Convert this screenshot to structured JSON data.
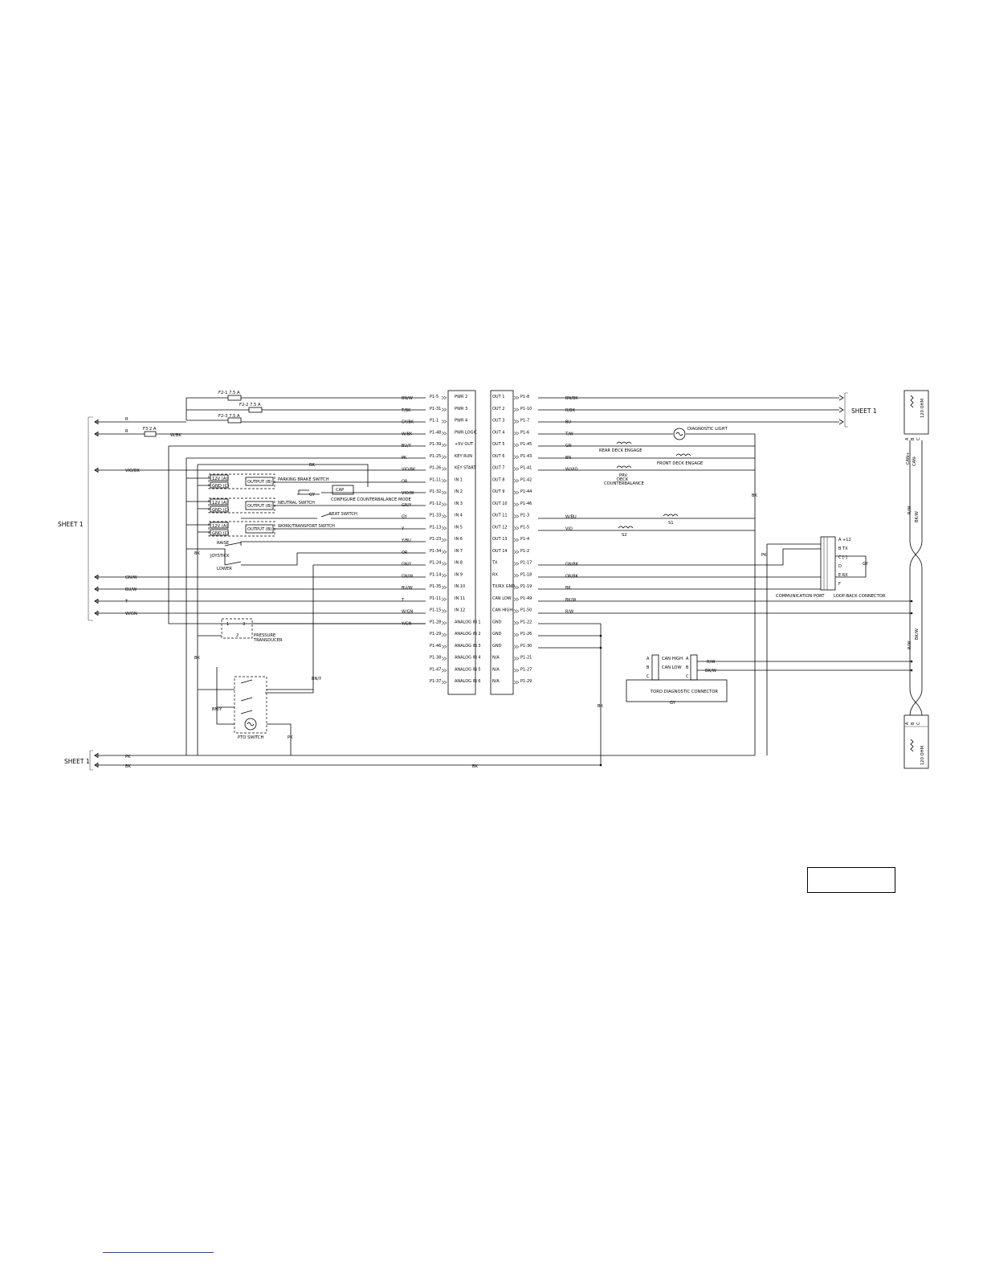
{
  "connector_left": {
    "rows": [
      {
        "pin": "P1-5",
        "func": "PWR 2",
        "wire": "BN/W"
      },
      {
        "pin": "P1-31",
        "func": "PWR 3",
        "wire": "T/BK"
      },
      {
        "pin": "P1-1",
        "func": "PWR 4",
        "wire": "GY/BK"
      },
      {
        "pin": "P1-48",
        "func": "PWR LOGIC",
        "wire": "W/BK"
      },
      {
        "pin": "P1-39",
        "func": "+5V OUT",
        "wire": "BU/Y"
      },
      {
        "pin": "P1-25",
        "func": "KEY RUN",
        "wire": "PK"
      },
      {
        "pin": "P1-26",
        "func": "KEY START",
        "wire": "VIO/BK"
      },
      {
        "pin": "P1-11",
        "func": "IN 1",
        "wire": "OR"
      },
      {
        "pin": "P1-32",
        "func": "IN 2",
        "wire": "VIO/W"
      },
      {
        "pin": "P1-12",
        "func": "IN 3",
        "wire": "GN/Y"
      },
      {
        "pin": "P1-33",
        "func": "IN 4",
        "wire": "GY"
      },
      {
        "pin": "P1-13",
        "func": "IN 5",
        "wire": "Y"
      },
      {
        "pin": "P1-23",
        "func": "IN 6",
        "wire": "Y/BU"
      },
      {
        "pin": "P1-34",
        "func": "IN 7",
        "wire": "OR"
      },
      {
        "pin": "P1-24",
        "func": "IN 8",
        "wire": "GN/Y"
      },
      {
        "pin": "P1-14",
        "func": "IN 9",
        "wire": "GN/W"
      },
      {
        "pin": "P1-35",
        "func": "IN 10",
        "wire": "BU/W"
      },
      {
        "pin": "P1-11",
        "func": "IN 11",
        "wire": "T"
      },
      {
        "pin": "P1-15",
        "func": "IN 12",
        "wire": "W/GN"
      },
      {
        "pin": "P1-28",
        "func": "ANALOG IN 1",
        "wire": "Y/GN"
      },
      {
        "pin": "P1-29",
        "func": "ANALOG IN 2",
        "wire": ""
      },
      {
        "pin": "P1-46",
        "func": "ANALOG IN 3",
        "wire": ""
      },
      {
        "pin": "P1-38",
        "func": "ANALOG IN 4",
        "wire": ""
      },
      {
        "pin": "P1-47",
        "func": "ANALOG IN 5",
        "wire": ""
      },
      {
        "pin": "P1-37",
        "func": "ANALOG IN 6",
        "wire": ""
      }
    ]
  },
  "connector_right": {
    "rows": [
      {
        "func": "OUT 1",
        "pin": "P1-8",
        "wire": "BN/BK"
      },
      {
        "func": "OUT 2",
        "pin": "P1-10",
        "wire": "R/BK"
      },
      {
        "func": "OUT 3",
        "pin": "P1-7",
        "wire": "BU"
      },
      {
        "func": "OUT 4",
        "pin": "P1-6",
        "wire": "T/W"
      },
      {
        "func": "OUT 5",
        "pin": "P1-45",
        "wire": "GN"
      },
      {
        "func": "OUT 6",
        "pin": "P1-43",
        "wire": "BN"
      },
      {
        "func": "OUT 7",
        "pin": "P1-41",
        "wire": "W/VIO"
      },
      {
        "func": "OUT 8",
        "pin": "P1-42",
        "wire": ""
      },
      {
        "func": "OUT 9",
        "pin": "P1-44",
        "wire": ""
      },
      {
        "func": "OUT 10",
        "pin": "P1-46",
        "wire": ""
      },
      {
        "func": "OUT 11",
        "pin": "P1-3",
        "wire": "W/BU"
      },
      {
        "func": "OUT 12",
        "pin": "P1-5",
        "wire": "VIO"
      },
      {
        "func": "OUT 13",
        "pin": "P1-4",
        "wire": ""
      },
      {
        "func": "OUT 14",
        "pin": "P1-2",
        "wire": ""
      },
      {
        "func": "TX",
        "pin": "P1-17",
        "wire": "GN/BK"
      },
      {
        "func": "RX",
        "pin": "P1-18",
        "wire": "OR/BK"
      },
      {
        "func": "TX/RX GND",
        "pin": "P1-19",
        "wire": "BK"
      },
      {
        "func": "CAN LOW",
        "pin": "P1-49",
        "wire": "BK/W"
      },
      {
        "func": "CAN HIGH",
        "pin": "P1-50",
        "wire": "R/W"
      },
      {
        "func": "GND",
        "pin": "P1-22",
        "wire": ""
      },
      {
        "func": "GND",
        "pin": "P1-26",
        "wire": ""
      },
      {
        "func": "GND",
        "pin": "P1-30",
        "wire": ""
      },
      {
        "func": "N/A",
        "pin": "P1-21",
        "wire": ""
      },
      {
        "func": "N/A",
        "pin": "P1-27",
        "wire": ""
      },
      {
        "func": "N/A",
        "pin": "P1-29",
        "wire": ""
      }
    ]
  },
  "sheet_refs": {
    "left": "SHEET 1",
    "right": "SHEET 1",
    "bottom": "SHEET 1"
  },
  "fuses": {
    "f2_1": "F2-1  7.5 A",
    "f2_2": "F2-2  7.5 A",
    "f2_3": "F2-3  7.5 A",
    "f3": "F3  2 A"
  },
  "left_feed_wires": {
    "r1": "R",
    "r2": "R",
    "w_bk": "W/BK",
    "vio_bk": "VIO/BK",
    "bk_cross": "BK",
    "gy_cap": "GY",
    "gn_w": "GN/W",
    "bu_w": "BU/W",
    "t": "T",
    "w_gn": "W/GN",
    "bk_v1": "BK",
    "bk_v2": "BK",
    "bn_y_pto": "BN/Y",
    "bn_y_pto2": "BN/Y",
    "pk_pto": "PK",
    "pk_bottom": "PK",
    "bk_bottom": "BK",
    "bk_bottom_mid": "BK"
  },
  "switch_blocks": {
    "parking": {
      "a": "12V (A)",
      "b": "GND (C)",
      "out": "OUTPUT (B)",
      "name": "PARKING BRAKE SWITCH"
    },
    "neutral": {
      "a": "12V (A)",
      "b": "GND (C)",
      "out": "OUTPUT (B)",
      "name": "NEUTRAL SWITCH"
    },
    "work": {
      "a": "12V (A)",
      "b": "GND (C)",
      "out": "OUTPUT (B)",
      "name": "WORK/TRANSPORT SWITCH"
    }
  },
  "labels": {
    "cap": "CAP",
    "configure": "CONFIGURE COUNTERBALANCE MODE",
    "seat_switch": "SEAT SWITCH",
    "raise": "RAISE",
    "joystick": "JOYSTICK",
    "lower": "LOWER",
    "pressure": "PRESSURE",
    "transducer": "TRANSDUCER",
    "pto_switch": "PTO SWITCH",
    "diagnostic_light": "DIAGNOSTIC LIGHT",
    "rear_deck": "REAR DECK ENGAGE",
    "front_deck": "FRONT DECK ENGAGE",
    "prv": "PRV",
    "deck": "DECK",
    "counterbalance": "COUNTERBALANCE",
    "s1": "S1",
    "s2": "S2",
    "bk_right_v": "BK",
    "bk_gnd_v": "BK",
    "pk_comm": "PK",
    "gy_comm": "GY",
    "comm_port": "COMMUNICATION PORT",
    "loopback": "LOOP-BACK CONNECTOR",
    "toro_diag": "TORO DIAGNOSTIC CONNECTOR",
    "can_high": "CAN HIGH",
    "can_low": "CAN LOW",
    "diag_gy": "GY",
    "diag_rw": "R/W",
    "diag_bkw": "BK/W",
    "ohm_top": "120 OHM",
    "ohm_bottom": "120 OHM",
    "can_plus": "CAN+",
    "can_minus": "CAN-",
    "trunk_rw": "R/W",
    "trunk_bkw": "BK/W",
    "trunk_rw2": "R/W",
    "trunk_bkw2": "BK/W"
  },
  "comm_port_pins": [
    "A  +12",
    "B  TX",
    "C  [-]",
    "D",
    "E  RX",
    "F"
  ],
  "diag_pins_left": [
    "A",
    "B",
    "C"
  ],
  "diag_pins_right": [
    "A",
    "B",
    "C"
  ],
  "term_pins": [
    "A",
    "B",
    "C"
  ]
}
